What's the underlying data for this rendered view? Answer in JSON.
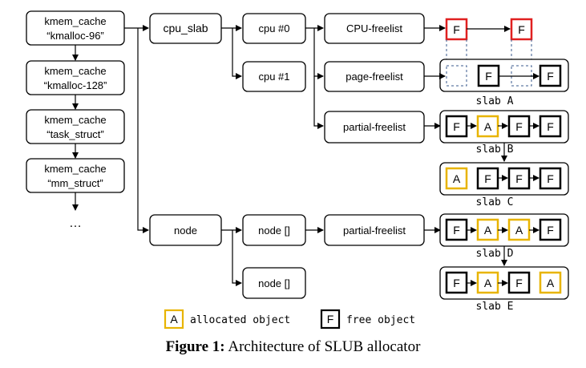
{
  "colors": {
    "allocated": "#e8b400",
    "free": "#000000",
    "highlight": "#e02020",
    "dashed": "#3a5a8c"
  },
  "caches": [
    {
      "line1": "kmem_cache",
      "line2": "“kmalloc-96”"
    },
    {
      "line1": "kmem_cache",
      "line2": "“kmalloc-128”"
    },
    {
      "line1": "kmem_cache",
      "line2": "“task_struct”"
    },
    {
      "line1": "kmem_cache",
      "line2": "“mm_struct”"
    }
  ],
  "ellipsis": "…",
  "nodes": {
    "cpu_slab": "cpu_slab",
    "cpu0": "cpu #0",
    "cpu1": "cpu #1",
    "cpu_freelist": "CPU-freelist",
    "page_freelist": "page-freelist",
    "partial_freelist_cpu": "partial-freelist",
    "node": "node",
    "node_arr1": "node []",
    "node_arr2": "node []",
    "partial_freelist_node": "partial-freelist"
  },
  "freelist_cells": [
    "F",
    "F"
  ],
  "slabs": [
    {
      "label": "slab A",
      "cells": [
        "F",
        "F"
      ]
    },
    {
      "label": "slab B",
      "cells": [
        "F",
        "A",
        "F",
        "F"
      ]
    },
    {
      "label": "slab C",
      "cells": [
        "A",
        "F",
        "F",
        "F"
      ]
    },
    {
      "label": "slab D",
      "cells": [
        "F",
        "A",
        "A",
        "F"
      ]
    },
    {
      "label": "slab E",
      "cells": [
        "F",
        "A",
        "F",
        "A"
      ]
    }
  ],
  "legend": {
    "allocated_symbol": "A",
    "allocated_label": "allocated object",
    "free_symbol": "F",
    "free_label": "free object"
  },
  "caption": {
    "label": "Figure 1:",
    "text": " Architecture of SLUB allocator"
  }
}
